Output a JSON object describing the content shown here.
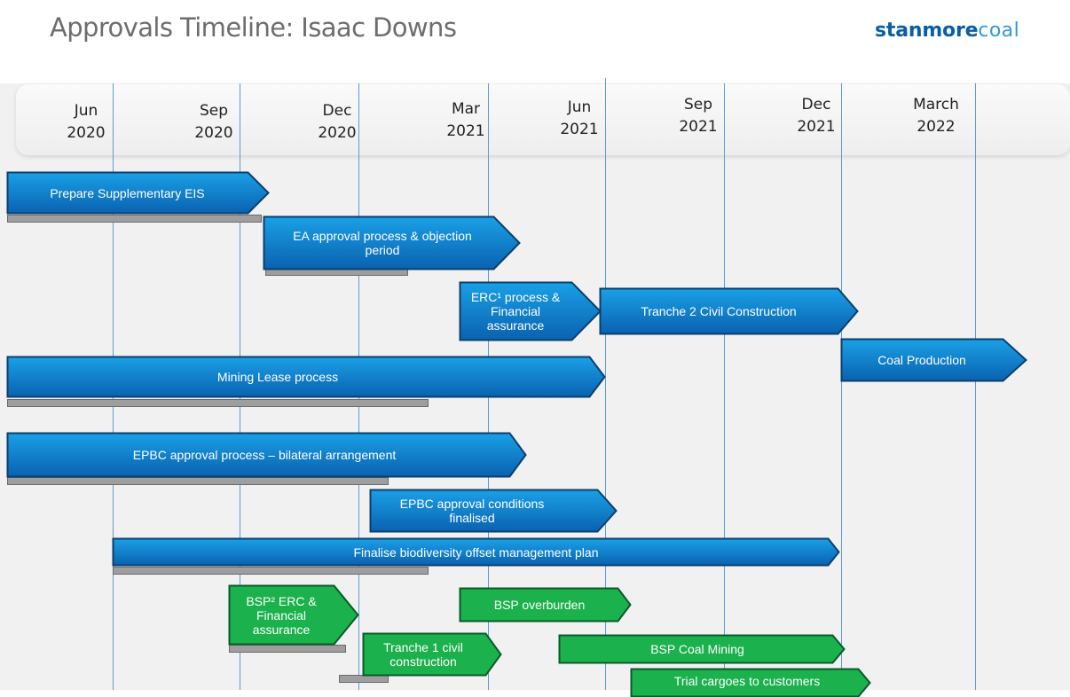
{
  "header": {
    "title": "Approvals Timeline: Isaac Downs",
    "logo_bold": "stanmore",
    "logo_light": "coal"
  },
  "timeline": {
    "months": [
      {
        "month": "Jun",
        "year": "2020"
      },
      {
        "month": "Sep",
        "year": "2020"
      },
      {
        "month": "Dec",
        "year": "2020"
      },
      {
        "month": "Mar",
        "year": "2021"
      },
      {
        "month": "Jun",
        "year": "2021"
      },
      {
        "month": "Sep",
        "year": "2021"
      },
      {
        "month": "Dec",
        "year": "2021"
      },
      {
        "month": "March",
        "year": "2022"
      }
    ]
  },
  "tasks": [
    {
      "label": "Prepare Supplementary EIS",
      "color": "blue"
    },
    {
      "label": "EA approval process & objection period",
      "color": "blue"
    },
    {
      "label": "ERC¹ process & Financial assurance",
      "color": "blue"
    },
    {
      "label": "Tranche 2 Civil Construction",
      "color": "blue"
    },
    {
      "label": "Coal Production",
      "color": "blue"
    },
    {
      "label": "Mining Lease process",
      "color": "blue"
    },
    {
      "label": "EPBC approval process – bilateral arrangement",
      "color": "blue"
    },
    {
      "label": "EPBC approval conditions finalised",
      "color": "blue"
    },
    {
      "label": "Finalise biodiversity offset management plan",
      "color": "blue"
    },
    {
      "label": "BSP² ERC & Financial assurance",
      "color": "green"
    },
    {
      "label": "BSP overburden",
      "color": "green"
    },
    {
      "label": "Tranche 1 civil construction",
      "color": "green"
    },
    {
      "label": "BSP Coal Mining",
      "color": "green"
    },
    {
      "label": "Trial cargoes to customers",
      "color": "green"
    }
  ],
  "colors": {
    "blue_fill": "#1aa0e6",
    "blue_dark": "#0a62b0",
    "blue_stroke": "#0c3f6b",
    "green_fill": "#1bb14c",
    "green_stroke": "#0a5a2a",
    "shadow_bar": "#9e9e9e",
    "gridline": "#5b9bd5"
  }
}
